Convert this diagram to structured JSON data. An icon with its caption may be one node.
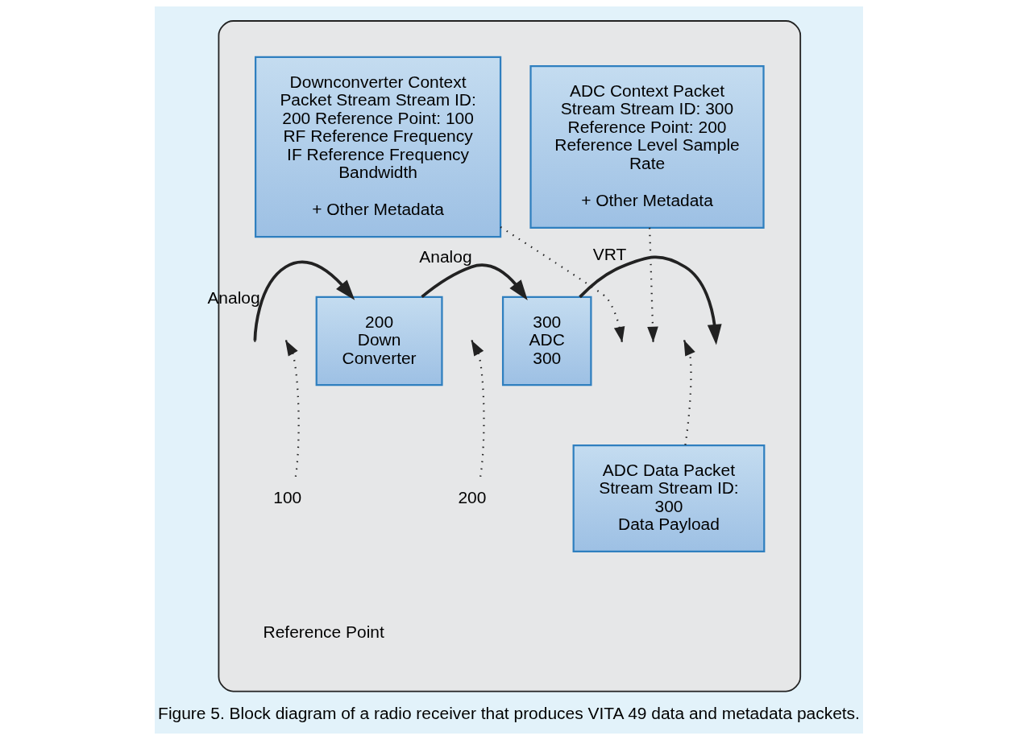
{
  "diagram": {
    "caption": "Figure 5. Block diagram of a radio receiver that produces VITA 49 data and metadata packets.",
    "nodes": [
      {
        "text": [],
        "shape": "box"
      },
      {
        "text": [
          "Downconverter Context Packet Stream Stream ID: 200 Reference Point: 100 RF Reference Frequency IF Reference Frequency Bandwidth",
          "+ Other Metadata"
        ],
        "in": 0
      },
      {
        "text": [
          "ADC Context Packet Stream Stream ID: 300 Reference Point: 200 Reference Level Sample Rate",
          "+ Other Metadata"
        ],
        "in": 0
      },
      {
        "text": [
          "200",
          "Down Converter"
        ],
        "in": 0
      },
      {
        "text": [
          "300",
          "ADC",
          "300"
        ],
        "in": 0
      },
      {
        "text": [
          "ADC Data Packet Stream Stream ID: 300",
          "Data Payload"
        ],
        "in": 0
      },
      {
        "text": [
          "100"
        ],
        "in": 0
      },
      {
        "text": [
          "200"
        ],
        "in": 0
      }
    ],
    "edges": [
      {
        "from": null,
        "to": 3,
        "arrow": "to",
        "label": "Analog"
      },
      {
        "from": 3,
        "to": 4,
        "arrow": "to",
        "label": "Analog"
      },
      {
        "from": 4,
        "to": null,
        "arrow": "to",
        "label": "VRT"
      },
      {
        "from": 1,
        "to": null,
        "arrow": "to",
        "style": "dashed"
      },
      {
        "from": 2,
        "to": null,
        "arrow": "to",
        "style": "dashed"
      },
      {
        "from": 5,
        "to": null,
        "arrow": "to",
        "style": "dashed"
      },
      {
        "from": 6,
        "to": null,
        "arrow": "to",
        "style": "dashed"
      },
      {
        "from": 7,
        "to": null,
        "arrow": "to",
        "style": "dashed"
      }
    ],
    "labels": [
      "Reference Point"
    ]
  }
}
